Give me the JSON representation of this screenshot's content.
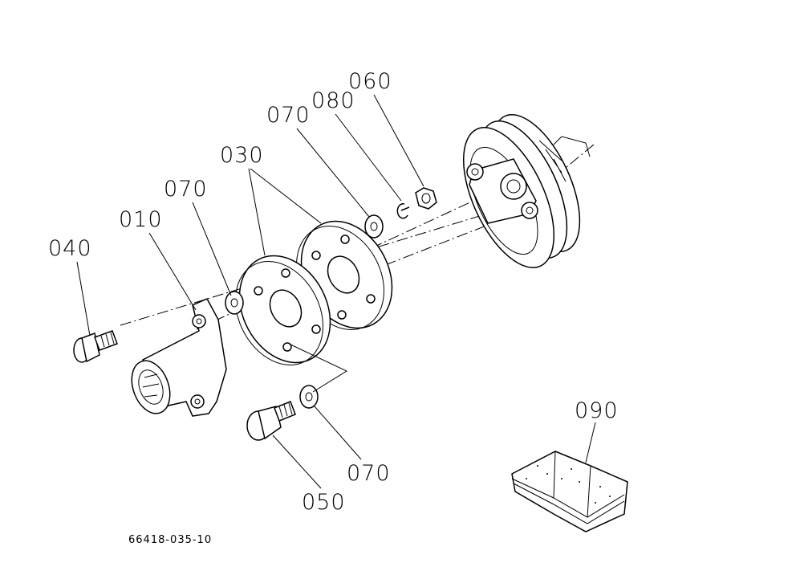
{
  "diagram": {
    "labels": {
      "p010": "010",
      "p030": "030",
      "p040": "040",
      "p050": "050",
      "p060": "060",
      "p070_a": "070",
      "p070_b": "070",
      "p070_c": "070",
      "p080": "080",
      "p090": "090"
    },
    "figure_number": "66418-035-10"
  }
}
